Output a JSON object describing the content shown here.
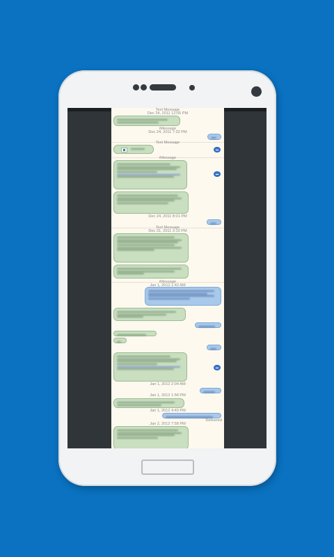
{
  "conversation": {
    "headers": {
      "h1": {
        "service": "Text Message",
        "date": "Dec 24, 2011 12:05 PM"
      },
      "h2": {
        "service": "iMessage",
        "date": "Dec 24, 2011 7:32 PM"
      },
      "h3": {
        "service": "Text Message"
      },
      "h4": {
        "service": "iMessage"
      },
      "h5": {
        "date": "Dec 24, 2011 8:01 PM"
      },
      "h6": {
        "service": "Text Message",
        "date": "Dec 31, 2011 3:10 PM"
      },
      "h7": {
        "service": "iMessage",
        "date": "Jan 1, 2012 1:42 AM"
      },
      "h8": {
        "date": "Jan 1, 2012 2:04 AM"
      },
      "h9": {
        "date": "Jan 1, 2012 1:58 PM"
      },
      "h10": {
        "date": "Jan 1, 2012 4:49 PM"
      },
      "h11": {
        "status": "Delivered"
      },
      "h12": {
        "date": "Jan 2, 2012 7:58 PM"
      }
    },
    "colors": {
      "incoming_bubble": "#c9dfc0",
      "outgoing_bubble": "#a9c9ea",
      "page_background": "#0a72c1",
      "document_background": "#fdf9ef"
    },
    "icons": {
      "imessage_badge": "blue-circle-badge",
      "attachment": "image-thumbnail-icon"
    }
  }
}
